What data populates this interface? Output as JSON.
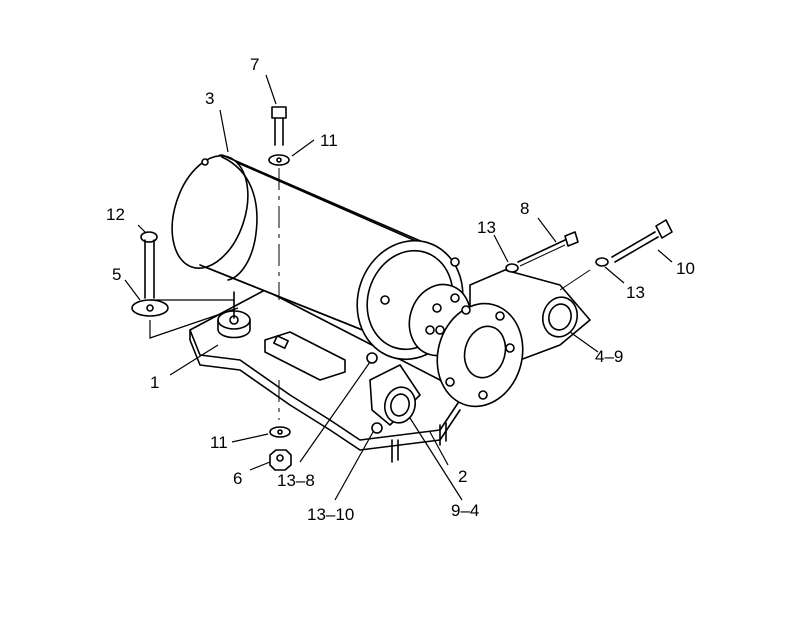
{
  "diagram": {
    "callouts": [
      {
        "id": "c1",
        "text": "1"
      },
      {
        "id": "c2",
        "text": "2"
      },
      {
        "id": "c3",
        "text": "3"
      },
      {
        "id": "c4_9",
        "text": "4–9"
      },
      {
        "id": "c5",
        "text": "5"
      },
      {
        "id": "c6",
        "text": "6"
      },
      {
        "id": "c7",
        "text": "7"
      },
      {
        "id": "c8",
        "text": "8"
      },
      {
        "id": "c9_4",
        "text": "9–4"
      },
      {
        "id": "c10",
        "text": "10"
      },
      {
        "id": "c11a",
        "text": "11"
      },
      {
        "id": "c11b",
        "text": "11"
      },
      {
        "id": "c12",
        "text": "12"
      },
      {
        "id": "c13a",
        "text": "13"
      },
      {
        "id": "c13b",
        "text": "13"
      },
      {
        "id": "c13_8",
        "text": "13–8"
      },
      {
        "id": "c13_10",
        "text": "13–10"
      }
    ]
  }
}
